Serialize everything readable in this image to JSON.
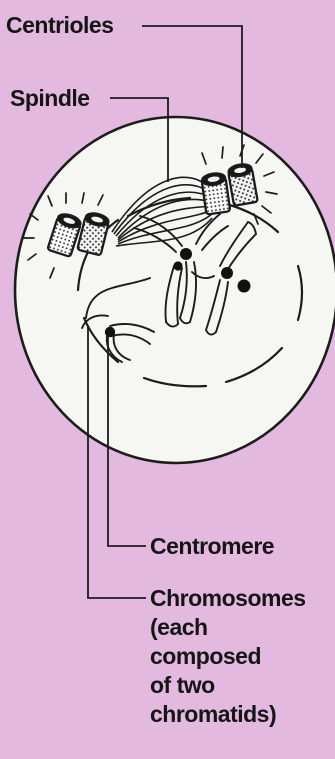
{
  "colors": {
    "background": "#e3b9df",
    "cell": "#f6f6f2",
    "ink": "#1c1c1c"
  },
  "labels": {
    "centrioles": "Centrioles",
    "spindle": "Spindle",
    "centromere": "Centromere",
    "chromosomes": [
      "Chromosomes",
      "(each",
      "composed",
      "of two",
      "chromatids)"
    ]
  }
}
